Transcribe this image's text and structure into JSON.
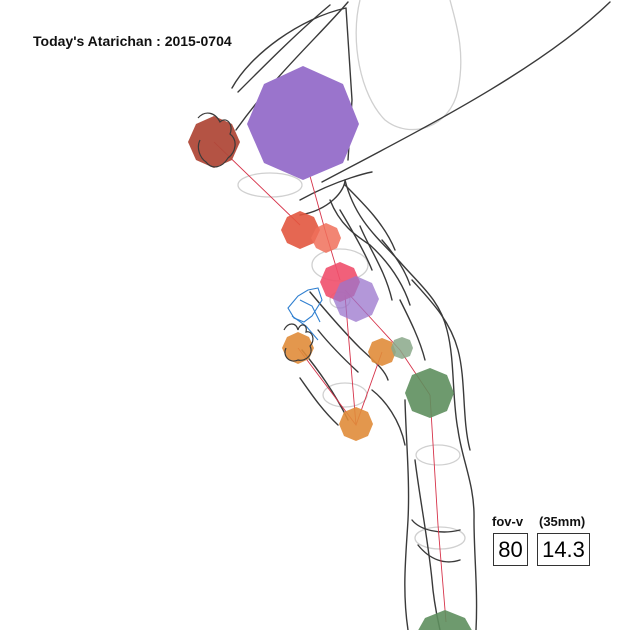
{
  "title": "Today's Atarichan : 2015-0704",
  "hud": {
    "fov_label": "fov-v",
    "lens_label": "(35mm)",
    "fov_value": "80",
    "lens_value": "14.3"
  },
  "colors": {
    "outline": "#3a3a3a",
    "ghost": "#cfcfcf",
    "bone": "#d6334a",
    "head": "#9a74cc",
    "brown": "#b04a3a",
    "red": "#e2563f",
    "pink": "#ef4f6c",
    "orange": "#e08c3a",
    "green": "#5e8f5e",
    "blue": "#2f7fd0"
  }
}
